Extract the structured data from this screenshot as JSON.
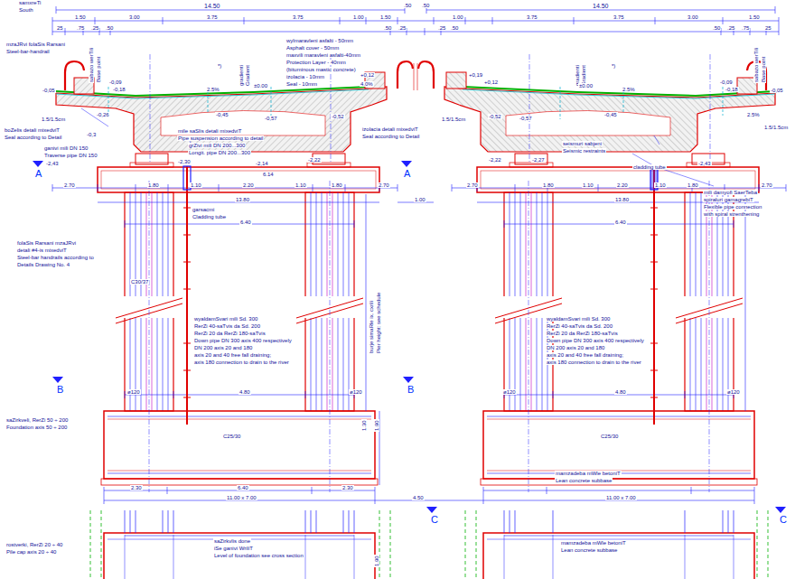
{
  "diagram": {
    "labels": [
      "samxreTi",
      "South",
      "14.50",
      ".50",
      ".50",
      "14.50",
      "1.50",
      "3.00",
      "3.75",
      "3.75",
      "1.00",
      "1.50",
      "1.00",
      "3.75",
      "3.75",
      "3.00",
      "1.50",
      "25",
      ".75",
      ".25",
      ".50",
      ".50",
      ".25",
      ".25",
      ".50",
      ".50",
      ".25",
      ".75",
      "25",
      "mzaJRvi folaSis Rarsani",
      "Steel-bar-handrail",
      "sabazo werTili",
      "Base point",
      "wylmaravleni asfalti - 50mm",
      "Asphalt cover - 50mm",
      "maxvili maravleni asfalti-40mm",
      "Protection Layer - 40mm",
      "(bituminous mastic concrete)",
      "izolacia - 10mm",
      "Seal - 10mm",
      "*)",
      "gradienti",
      "Gradient",
      "*)",
      "gradienti",
      "Gradient",
      "sabazo werTili",
      "Base point",
      "-0,05",
      "-0,09",
      "-0,18",
      "-0,26",
      "2.5%",
      "±0.00",
      "-0,45",
      "-0,57",
      "1.5/1.5cm",
      "-0,3",
      "+0,12",
      "4.0%",
      "-0,52",
      "+0,19",
      "+0,12",
      "1.5/1.5cm",
      "-0,52",
      "-0,57",
      "±0.00",
      "-0,45",
      "2.5%",
      "-0,09",
      "-0,18",
      "2.5%",
      "1.5/1.5cm",
      "-0,05",
      "boZelis detali mixedviT",
      "Seal according to Detail",
      "ganivi mili DN 150",
      "Traverse pipe DN 150",
      "mile saSlis detali mixedviT",
      "Pipe suspension according to detail",
      "grZivi mili DN 200...300",
      "Longit. pipe DN 200...300",
      "izolacia detali mixedviT",
      "Seal according to Detail",
      "seismuri sabjeni",
      "Seismic restraints",
      "cladding tube",
      "mili damyofi SaerTeba",
      "spiraluri gamagrebiT",
      "Flexible pipe connection",
      "with spiral strenthening",
      "-2,43",
      "-2,30",
      "-2,14",
      "-2,22",
      "-2,22",
      "-2,27",
      "-2,43",
      "6.14",
      "2.70",
      "1.80",
      "1.10",
      "2.20",
      "1.10",
      "1.80",
      "2.70",
      "2.70",
      "1.80",
      "1.10",
      "2.20",
      "1.10",
      "1.80",
      "2.70",
      "13.80",
      "1.00",
      "13.80",
      "garsacmi",
      "Cladding tube",
      "6.40",
      "6.40",
      "folaSis Rarsani mzaJRvi",
      "detali #4-is mixedviT",
      "Steel-bar handrails according to",
      "Details Drawing No. 4",
      "C30/37",
      "burje simaRle ix. cxrili",
      "Pier height: see schedule",
      "wyaldamSvari mili Sd. 300",
      "RerZi 40-saTvis da Sd. 200",
      "RerZi 20 da RerZi 180-saTvis",
      "Down pipe DN 300 axis 400 respectively",
      "DN 200 axis 20 and 180",
      "axis 20 and 40 free fall draining;",
      "axis 180 connection to drain to the river",
      "wyaldamSvari mili Sd. 300",
      "RerZi 40-saTvis da Sd. 200",
      "RerZi 20 da RerZi 180-saTvis",
      "Down pipe DN 300 axis 400 respectively",
      "DN 200 axis 20 and 180",
      "axis 20 and 40 free fall draining;",
      "axis 180 connection to drain to the river",
      "ø120",
      "4.80",
      "ø120",
      "ø120",
      "4.80",
      "ø120",
      "A",
      "A",
      "B",
      "B",
      "C",
      "C",
      "saZirkveli, RerZi 50 ÷ 200",
      "Foundation axis 50 ÷ 200",
      "C25/30",
      "C25/30",
      "1.30",
      "1.90",
      "mamzadeba mWle betoniT",
      "Lean concrete subbase",
      "2.30",
      "6.40",
      "2.30",
      "11.00 x 7.00",
      "4.50",
      "11.00 x 7.00",
      "rostverki, RerZi 20 ÷ 40",
      "Pile cap axis 20 ÷ 40",
      "saZirkvlis done",
      "iSe ganivi WriliT",
      "Level of foundation see cross section",
      "mamzadeba mWle betoniT",
      "Lean concrete subbase",
      "1.90"
    ]
  }
}
